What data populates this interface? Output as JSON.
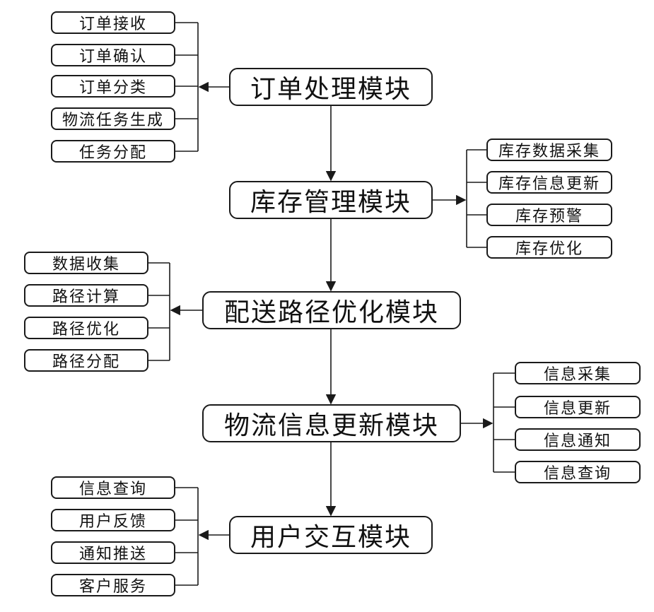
{
  "modules": [
    {
      "id": "order",
      "label": "订单处理模块",
      "side": "left",
      "children": [
        "订单接收",
        "订单确认",
        "订单分类",
        "物流任务生成",
        "任务分配"
      ]
    },
    {
      "id": "inventory",
      "label": "库存管理模块",
      "side": "right",
      "children": [
        "库存数据采集",
        "库存信息更新",
        "库存预警",
        "库存优化"
      ]
    },
    {
      "id": "route",
      "label": "配送路径优化模块",
      "side": "left",
      "children": [
        "数据收集",
        "路径计算",
        "路径优化",
        "路径分配"
      ]
    },
    {
      "id": "info",
      "label": "物流信息更新模块",
      "side": "right",
      "children": [
        "信息采集",
        "信息更新",
        "信息通知",
        "信息查询"
      ]
    },
    {
      "id": "user",
      "label": "用户交互模块",
      "side": "left",
      "children": [
        "信息查询",
        "用户反馈",
        "通知推送",
        "客户服务"
      ]
    }
  ]
}
